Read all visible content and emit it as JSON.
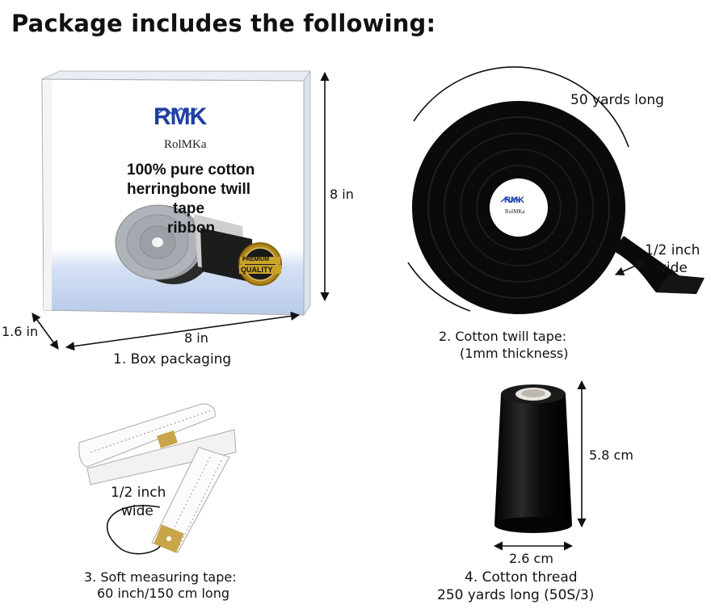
{
  "heading": "Package includes the following:",
  "items": {
    "box": {
      "caption": "1. Box packaging",
      "height": "8 in",
      "width": "8 in",
      "depth": "1.6 in",
      "brand_logo": "RMK",
      "brand_name": "RolMKa",
      "line1": "100% pure cotton",
      "line2": "herringbone twill",
      "line3": "tape",
      "line4": "ribbon",
      "badge_top": "PREMIUM",
      "badge_bottom": "QUALITY"
    },
    "tape": {
      "caption1": "2. Cotton twill tape:",
      "caption2": "(1mm thickness)",
      "length": "50 yards long",
      "width1": "1/2 inch",
      "width2": "wide",
      "label_logo": "RMK",
      "label_name": "RolMKa"
    },
    "measure": {
      "caption1": "3. Soft measuring tape:",
      "caption2": "60 inch/150 cm long",
      "width1": "1/2 inch",
      "width2": "wide"
    },
    "thread": {
      "caption1": "4. Cotton thread",
      "caption2": "250 yards long (50S/3)",
      "height": "5.8 cm",
      "width": "2.6 cm"
    }
  },
  "colors": {
    "box_blue": "#c6d6f0",
    "logo_blue": "#1f3fa0",
    "tape_black": "#0a0a0a",
    "gold": "#c9a22a"
  }
}
